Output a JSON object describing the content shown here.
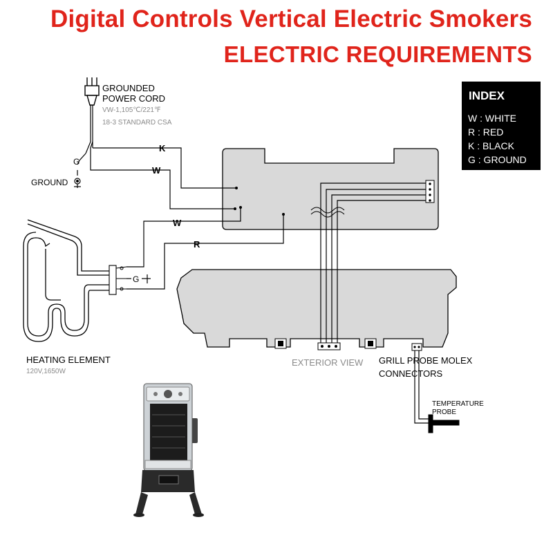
{
  "title": "Digital Controls Vertical Electric Smokers",
  "subtitle": "ELECTRIC REQUIREMENTS",
  "colors": {
    "title": "#e0241b",
    "panel_fill": "#d9d9d9",
    "line": "#000000",
    "muted_label": "#8a8a8a"
  },
  "index": {
    "heading": "INDEX",
    "items": [
      "W : WHITE",
      "R : RED",
      "K : BLACK",
      "G : GROUND"
    ]
  },
  "power_cord": {
    "label_line1": "GROUNDED",
    "label_line2": "POWER CORD",
    "spec_line1": "VW-1,105℃/221℉",
    "spec_line2": "18-3 STANDARD CSA"
  },
  "ground": {
    "tag": "G",
    "label": "GROUND"
  },
  "wire_tags": {
    "black": "K",
    "white_cord": "W",
    "white_element": "W",
    "red": "R",
    "element_ground": "G"
  },
  "heating_element": {
    "label": "HEATING ELEMENT",
    "spec": "120V,1650W"
  },
  "exterior_view": {
    "label": "EXTERIOR VIEW"
  },
  "probe_connectors": {
    "label_line1": "GRILL PROBE MOLEX",
    "label_line2": "CONNECTORS"
  },
  "temperature_probe": {
    "label_line1": "TEMPERATURE",
    "label_line2": "PROBE"
  },
  "icons": {
    "plug": "plug-icon",
    "ground": "ground-symbol-icon",
    "smoker": "smoker-product-icon"
  }
}
